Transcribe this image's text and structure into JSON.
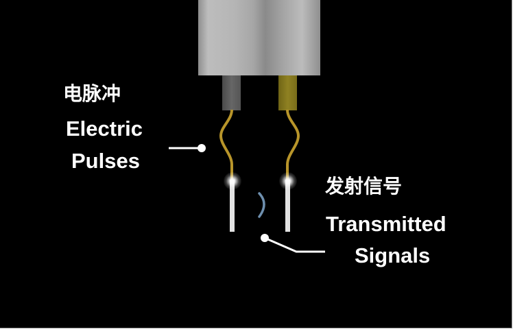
{
  "diagram": {
    "title_cn_left": "电脉冲",
    "title_en_left_line1": "Electric",
    "title_en_left_line2": "Pulses",
    "title_cn_right": "发射信号",
    "title_en_right_line1": "Transmitted",
    "title_en_right_line2": "Signals",
    "colors": {
      "background": "#000000",
      "cylinder": "#b0b0b0",
      "grey_terminal": "#5a5a5a",
      "gold_terminal": "#857820",
      "wire": "#b8952a",
      "electrode": "#e6e6e6",
      "signal_arc": "#6e8fae",
      "label": "#ffffff"
    }
  }
}
